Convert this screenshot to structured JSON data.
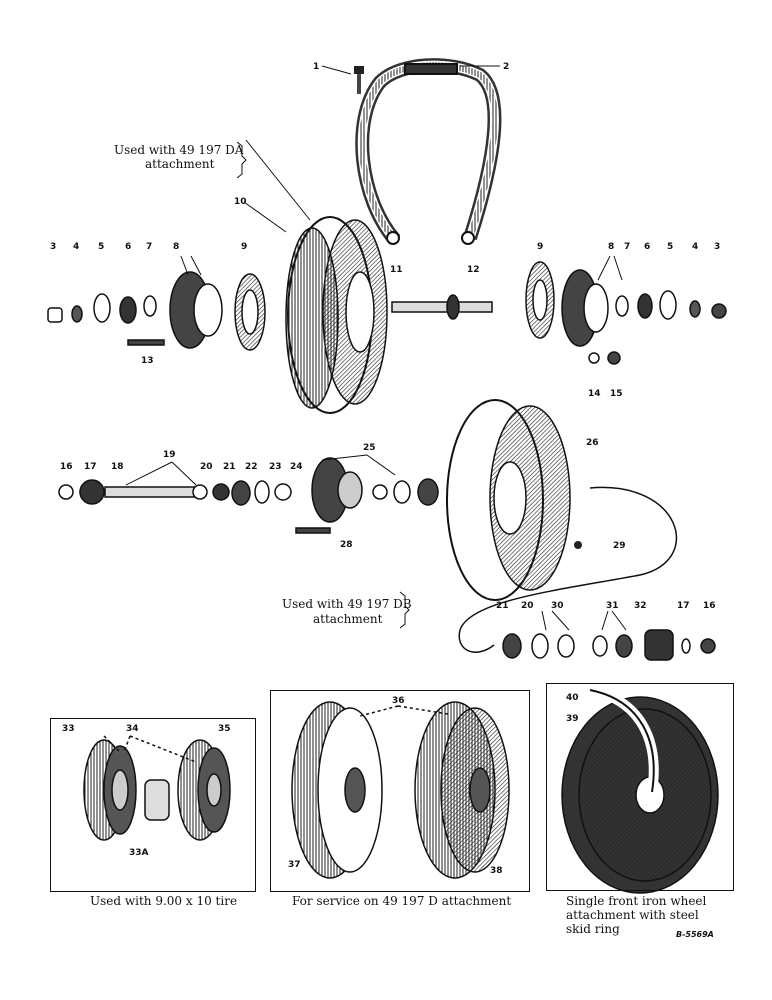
{
  "captions": {
    "da_line1": "Used with 49 197 DA",
    "da_line2": "attachment",
    "db_line1": "Used with 49 197 DB",
    "db_line2": "attachment",
    "panel_left": "Used with 9.00 x 10 tire",
    "panel_middle": "For service on 49 197 D attachment",
    "panel_right_1": "Single front iron wheel",
    "panel_right_2": "attachment with steel",
    "panel_right_3": "skid ring"
  },
  "drawing_code": "B-5569A",
  "callouts": {
    "n1": "1",
    "n2": "2",
    "n3": "3",
    "n4": "4",
    "n5": "5",
    "n6": "6",
    "n7": "7",
    "n8": "8",
    "n9": "9",
    "n10": "10",
    "n11": "11",
    "n12": "12",
    "n13": "13",
    "n14": "14",
    "n15": "15",
    "n16": "16",
    "n17": "17",
    "n18": "18",
    "n19": "19",
    "n20": "20",
    "n21": "21",
    "n22": "22",
    "n23": "23",
    "n24": "24",
    "n25": "25",
    "n26": "26",
    "n28": "28",
    "n29": "29",
    "n30": "30",
    "n31": "31",
    "n32": "32",
    "n33": "33",
    "n33A": "33A",
    "n34": "34",
    "n35": "35",
    "n36": "36",
    "n37": "37",
    "n38": "38",
    "n39": "39",
    "n40": "40"
  },
  "colors": {
    "ink": "#111111",
    "paper": "#ffffff",
    "shade": "#555555"
  }
}
